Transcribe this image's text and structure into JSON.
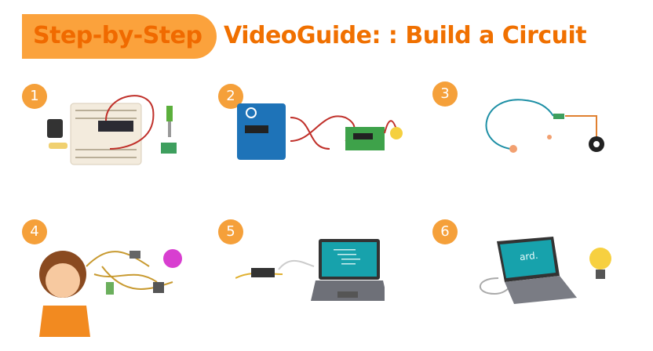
{
  "title": {
    "highlight": "Step-by-Step",
    "rest": "VideoGuide: : Build a Circuit"
  },
  "steps": [
    {
      "number": "1",
      "illustration": "breadboard-with-components"
    },
    {
      "number": "2",
      "illustration": "arduino-connected-to-board"
    },
    {
      "number": "3",
      "illustration": "wire-with-sensor"
    },
    {
      "number": "4",
      "illustration": "child-connecting-wires"
    },
    {
      "number": "5",
      "illustration": "usb-to-laptop-code"
    },
    {
      "number": "6",
      "illustration": "laptop-and-light-bulb"
    }
  ],
  "laptop6_screen_text": "ard.",
  "colors": {
    "accent": "#F5A03A",
    "title": "#F07000",
    "teal": "#1AAFB5"
  }
}
